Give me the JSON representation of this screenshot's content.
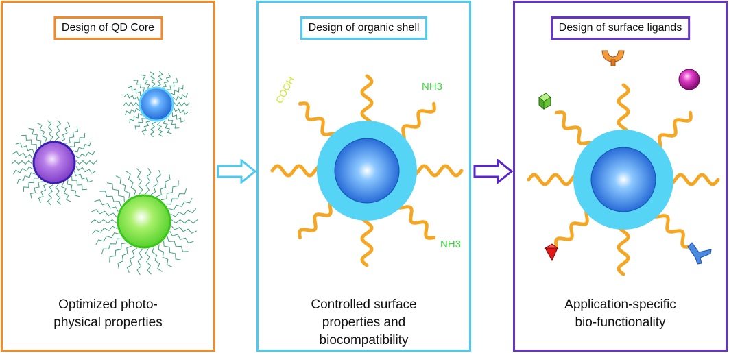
{
  "panels": [
    {
      "header": "Design of QD Core",
      "caption": [
        "Optimized photo-",
        "physical properties"
      ]
    },
    {
      "header": "Design of organic shell",
      "caption": [
        "Controlled surface",
        "properties and",
        "biocompatibility"
      ],
      "labels": {
        "cooh": "COOH",
        "nh3_top": "NH3",
        "nh3_bottom": "NH3"
      }
    },
    {
      "header": "Design of surface ligands",
      "caption": [
        "Application-specific",
        "bio-functionality"
      ]
    }
  ],
  "colors": {
    "panel1_border": "#f28a2a",
    "panel2_border": "#4dcaf0",
    "panel3_border": "#6633cc",
    "ligand": "#f5a623",
    "shell": "#55d4f5",
    "core": "#1f6fd6",
    "cooh_label": "#c8e82c",
    "nh3_label": "#33dd33"
  }
}
